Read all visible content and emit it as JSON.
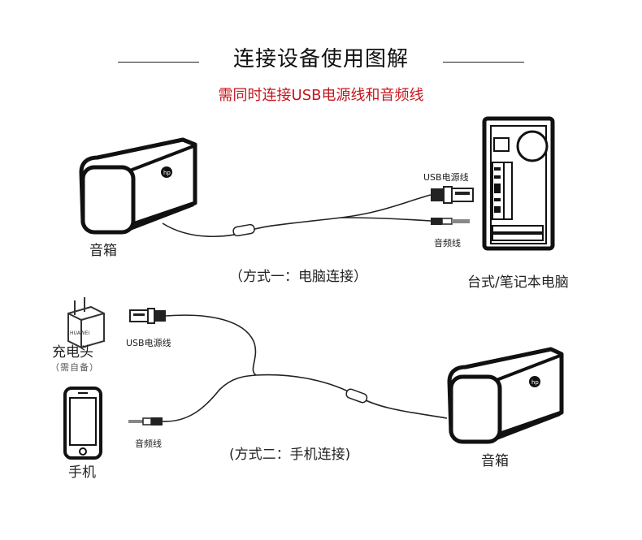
{
  "header": {
    "title": "连接设备使用图解",
    "subtitle": "需同时连接USB电源线和音频线"
  },
  "method1": {
    "speaker_label": "音箱",
    "usb_label": "USB电源线",
    "audio_label": "音频线",
    "computer_label": "台式/笔记本电脑",
    "caption": "（方式一：电脑连接）"
  },
  "method2": {
    "charger_label": "充电头",
    "charger_note": "（需自备）",
    "usb_label": "USB电源线",
    "phone_label": "手机",
    "audio_label": "音频线",
    "speaker_label": "音箱",
    "caption": "(方式二：手机连接)"
  },
  "icons": {
    "speaker_logo": "hp-logo-icon",
    "charger": "charger-icon",
    "phone": "phone-icon",
    "computer": "desktop-tower-icon"
  }
}
